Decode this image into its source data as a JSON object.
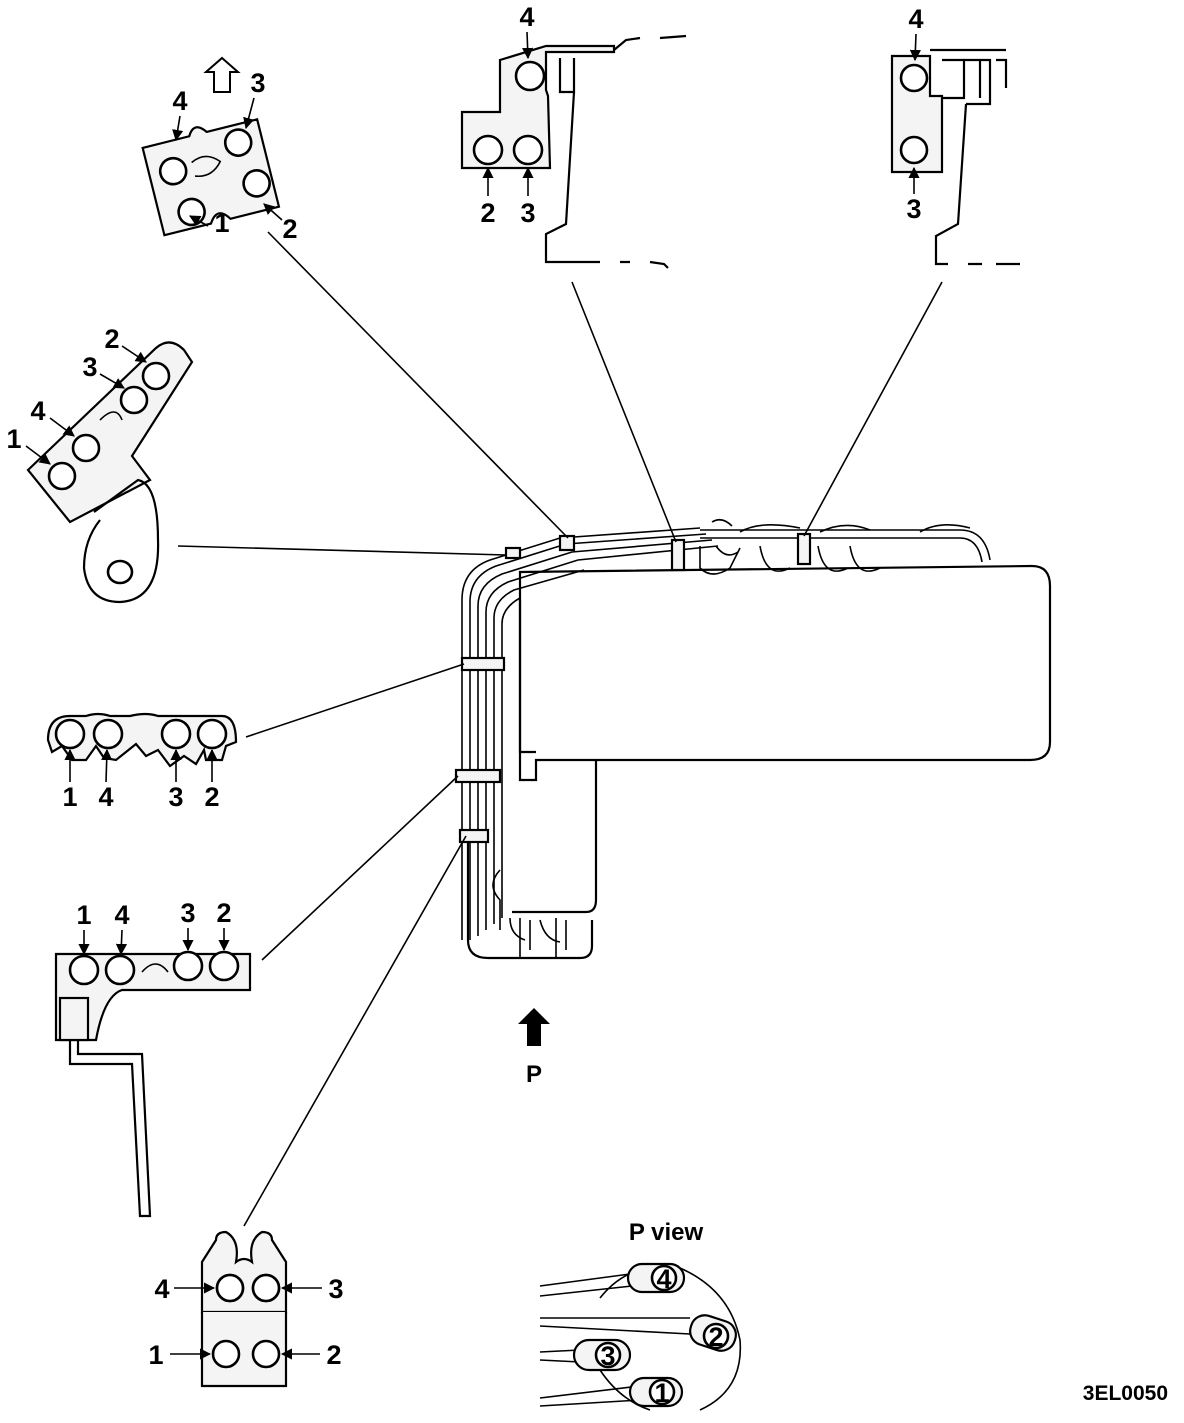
{
  "figure_code": "3EL0050",
  "view_arrow_label": "P",
  "p_view_title": "P view",
  "clamp_front_top": {
    "numbers": [
      "4",
      "3",
      "1",
      "2"
    ]
  },
  "clamp_top_middle": {
    "numbers": [
      "4",
      "2",
      "3"
    ]
  },
  "clamp_top_right": {
    "numbers": [
      "4",
      "3"
    ]
  },
  "clamp_left_upper": {
    "numbers": [
      "2",
      "3",
      "4",
      "1"
    ]
  },
  "clamp_left_middle": {
    "numbers": [
      "1",
      "4",
      "3",
      "2"
    ]
  },
  "clamp_left_lower": {
    "numbers": [
      "1",
      "4",
      "3",
      "2"
    ]
  },
  "clamp_bottom": {
    "numbers": [
      "4",
      "3",
      "1",
      "2"
    ]
  },
  "p_view": {
    "numbers": [
      "4",
      "2",
      "3",
      "1"
    ]
  }
}
